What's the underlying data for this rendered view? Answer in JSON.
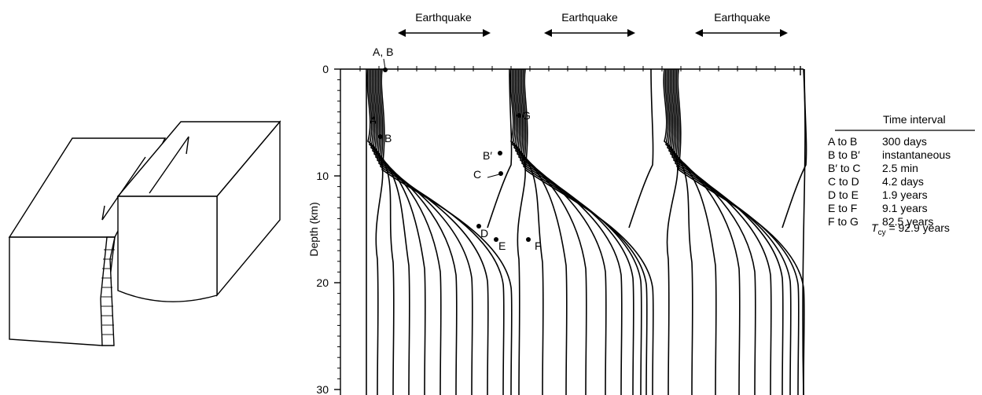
{
  "arrows": {
    "a1": "Earthquake",
    "a2": "Earthquake",
    "a3": "Earthquake"
  },
  "axis": {
    "ylabel": "Depth (km)",
    "ticks": [
      "0",
      "10",
      "20",
      "30"
    ]
  },
  "points": {
    "ab": "A, B",
    "a": "A",
    "b": "B",
    "bprime": "B′",
    "c": "C",
    "d": "D",
    "e": "E",
    "f": "F",
    "g": "G"
  },
  "table": {
    "header": "Time interval",
    "rows": [
      {
        "label": "A to B",
        "value": "300 days"
      },
      {
        "label": "B to B′",
        "value": "instantaneous"
      },
      {
        "label": "B′ to C",
        "value": "2.5 min"
      },
      {
        "label": "C to D",
        "value": "4.2 days"
      },
      {
        "label": "D to E",
        "value": "1.9 years"
      },
      {
        "label": "E to F",
        "value": "9.1 years"
      },
      {
        "label": "F to G",
        "value": "82.5 years"
      }
    ],
    "cycle_symbol": "T",
    "cycle_sub": "cy",
    "cycle_value": " = 92.9 years"
  }
}
